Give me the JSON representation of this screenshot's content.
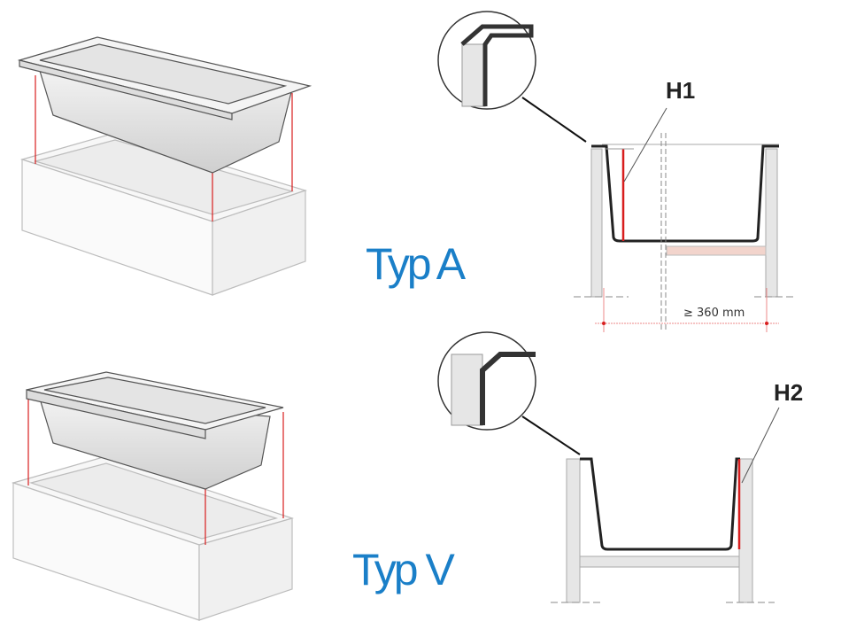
{
  "labels": {
    "type_a": "Typ A",
    "type_v": "Typ V",
    "h1": "H1",
    "h2": "H2",
    "min_width": "≥ 360 mm"
  },
  "colors": {
    "label_blue": "#1a7fc8",
    "measure_red": "#d81e1e",
    "support_pink": "#f2d4cc",
    "panel_gray": "#e6e6e6"
  }
}
